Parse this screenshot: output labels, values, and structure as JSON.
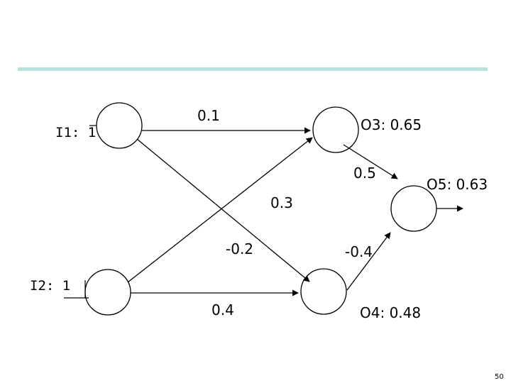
{
  "inputs": [
    {
      "label": "I1: 1"
    },
    {
      "label": "I2: 1"
    }
  ],
  "weights": {
    "w_i1_o3": "0.1",
    "w_i1_o4": "-0.2",
    "w_i2_o3": "0.3",
    "w_i2_o4": "0.4",
    "w_o3_o5": "0.5",
    "w_o4_o5": "-0.4"
  },
  "neurons": {
    "o3": "O3: 0.65",
    "o4": "O4: 0.48",
    "o5": "O5: 0.63"
  },
  "page_number": "50",
  "colors": {
    "rule": "#b7e2d9",
    "stroke": "#000000"
  }
}
